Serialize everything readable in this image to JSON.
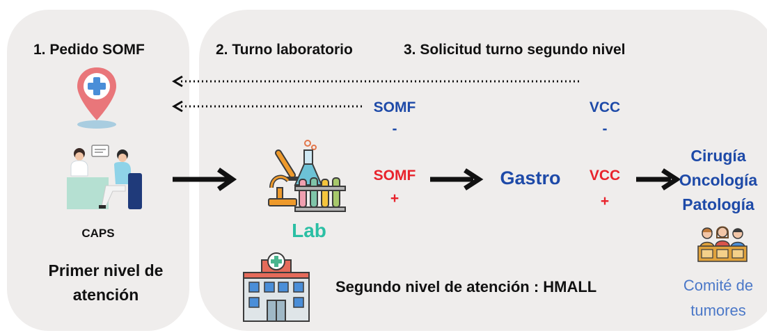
{
  "steps": {
    "step1": "1. Pedido SOMF",
    "step2": "2. Turno laboratorio",
    "step3": "3. Solicitud turno segundo nivel"
  },
  "first_level": {
    "caps": "CAPS",
    "title_line1": "Primer nivel de",
    "title_line2": "atención"
  },
  "lab": {
    "label": "Lab"
  },
  "somf_negative": {
    "name": "SOMF",
    "sign": "-"
  },
  "somf_positive": {
    "name": "SOMF",
    "sign": "+"
  },
  "vcc_negative": {
    "name": "VCC",
    "sign": "-"
  },
  "vcc_positive": {
    "name": "VCC",
    "sign": "+"
  },
  "gastro": "Gastro",
  "specialties": [
    "Cirugía",
    "Oncología",
    "Patología"
  ],
  "committee": {
    "line1": "Comité de",
    "line2": "tumores"
  },
  "second_level": "Segundo nivel de atención : HMALL",
  "colors": {
    "panel": "#efedec",
    "blue": "#1e4aa8",
    "red": "#e8232c",
    "teal": "#2bbfa4",
    "committee_text": "#4b78c8",
    "text_dark": "#111111"
  },
  "icons": [
    "location-pin-icon",
    "doctor-consultation-icon",
    "lab-microscope-icon",
    "hospital-icon",
    "tumor-committee-icon"
  ]
}
